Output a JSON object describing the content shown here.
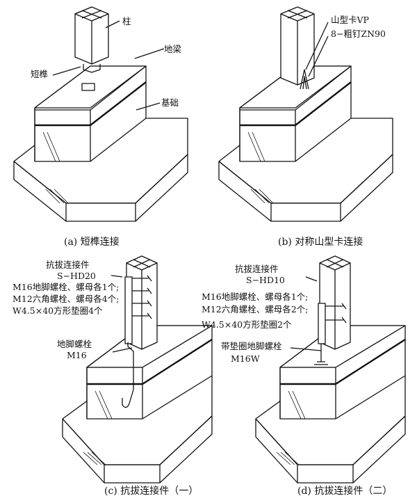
{
  "panel_a": {
    "column": "柱",
    "beam": "地梁",
    "tenon": "短榫",
    "foundation": "基础",
    "caption": "(a) 短榫连接"
  },
  "panel_b": {
    "clip": "山型卡VP",
    "nails": "8−粗钉ZN90",
    "caption": "(b) 对称山型卡连接"
  },
  "panel_c": {
    "connector": "抗拔连接件",
    "connector_model": "S−HD20",
    "spec1": "M16地脚螺栓、螺母各1个;",
    "spec2": "M12六角螺栓、螺母各4个;",
    "spec3": "W4.5×40方形垫圈4个",
    "anchor": "地脚螺栓",
    "anchor_model": "M16",
    "caption": "(c) 抗拔连接件（一）"
  },
  "panel_d": {
    "connector": "抗拔连接件",
    "connector_model": "S−HD10",
    "spec1": "M16地脚螺栓、螺母各1个;",
    "spec2": "M12六角螺栓、螺母各2个;",
    "spec3": "W4.5×40方形垫圈2个",
    "anchor": "带垫圈地脚螺栓",
    "anchor_model": "M16W",
    "caption": "(d) 抗拔连接件（二）"
  }
}
